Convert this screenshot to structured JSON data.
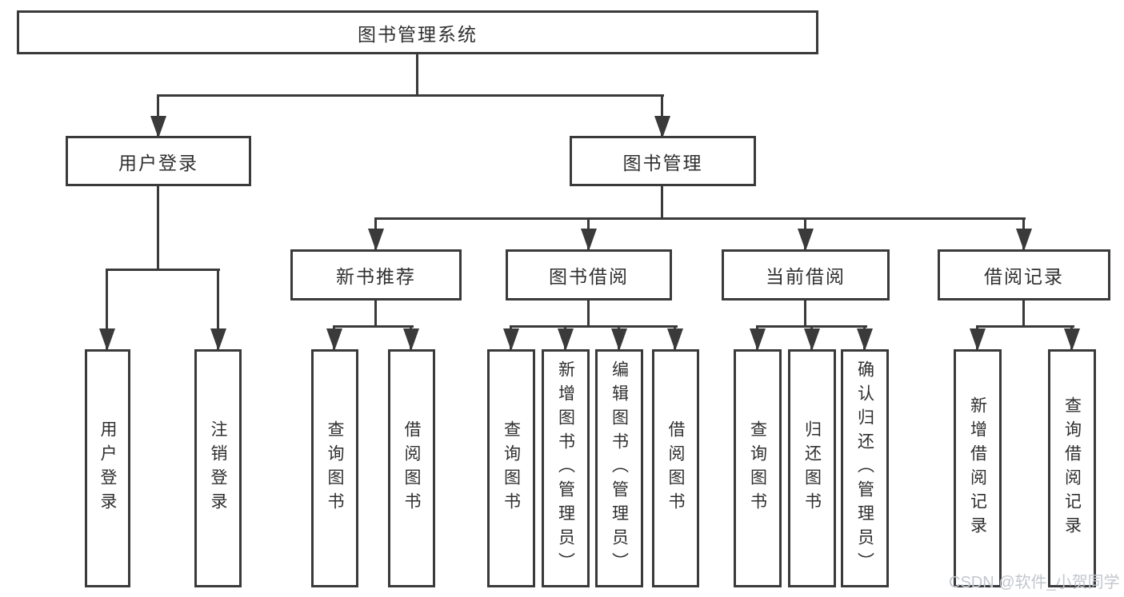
{
  "colors": {
    "line": "#3a3a3a",
    "text": "#2f2f2f",
    "watermark": "#c2c7cd",
    "background": "#ffffff"
  },
  "watermark": {
    "text": "CSDN @软件_小贺同学"
  },
  "diagram": {
    "type": "tree",
    "root": {
      "label": "图书管理系统"
    },
    "branches": [
      {
        "label": "用户登录",
        "children": [
          {
            "label": "用户登录"
          },
          {
            "label": "注销登录"
          }
        ]
      },
      {
        "label": "图书管理",
        "children": [
          {
            "label": "新书推荐",
            "children": [
              {
                "label": "查询图书"
              },
              {
                "label": "借阅图书"
              }
            ]
          },
          {
            "label": "图书借阅",
            "children": [
              {
                "label": "查询图书"
              },
              {
                "label": "新增图书（管理员）"
              },
              {
                "label": "编辑图书（管理员）"
              },
              {
                "label": "借阅图书"
              }
            ]
          },
          {
            "label": "当前借阅",
            "children": [
              {
                "label": "查询图书"
              },
              {
                "label": "归还图书"
              },
              {
                "label": "确认归还（管理员）"
              }
            ]
          },
          {
            "label": "借阅记录",
            "children": [
              {
                "label": "新增借阅记录"
              },
              {
                "label": "查询借阅记录"
              }
            ]
          }
        ]
      }
    ]
  }
}
